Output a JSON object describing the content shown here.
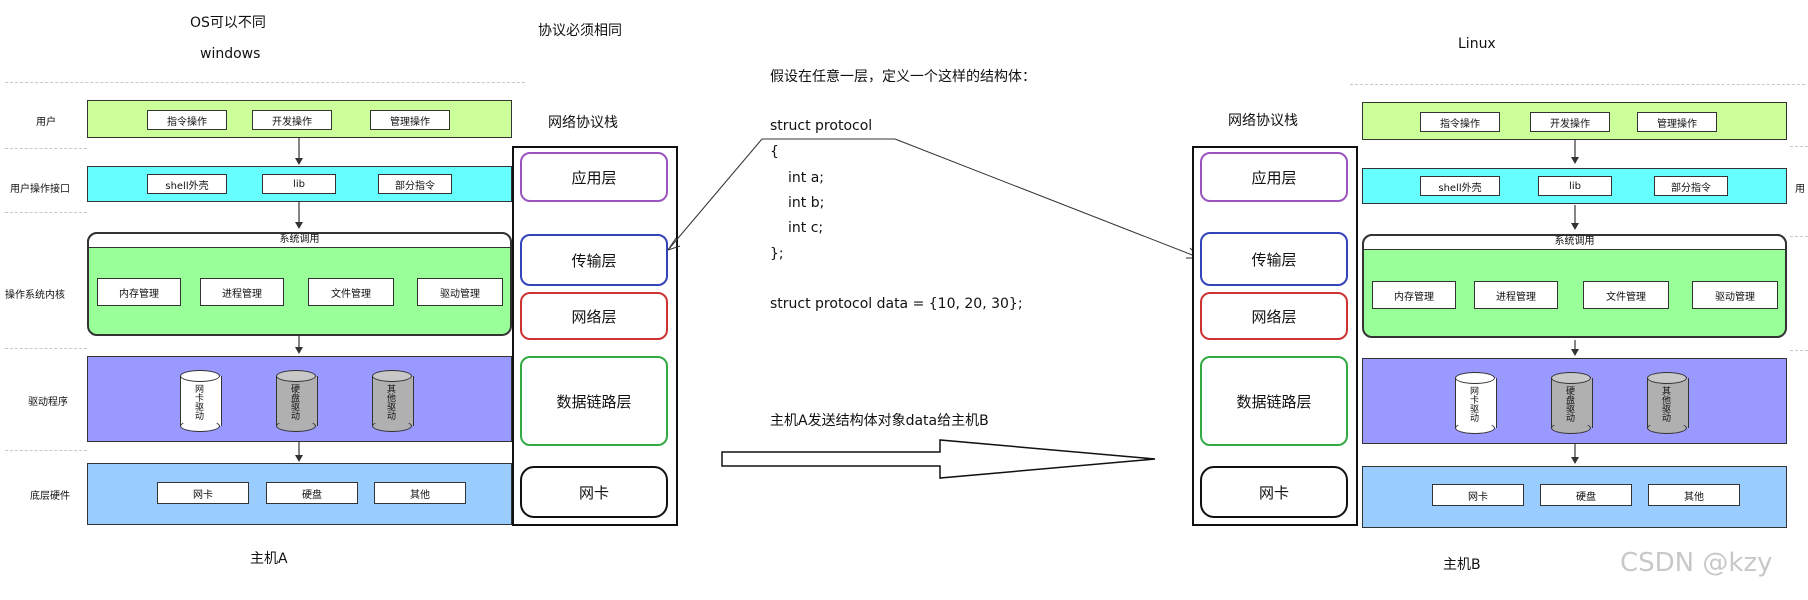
{
  "header": {
    "os_differ": "OS可以不同",
    "host_a_os": "windows",
    "protocol_same": "协议必须相同",
    "host_b_os": "Linux"
  },
  "row_labels": {
    "user": "用户",
    "user_interface": "用户操作接口",
    "kernel": "操作系统内核",
    "driver": "驱动程序",
    "hardware": "底层硬件",
    "partial_right": "用"
  },
  "user_buttons": [
    "指令操作",
    "开发操作",
    "管理操作"
  ],
  "interface_buttons": [
    "shell外壳",
    "lib",
    "部分指令"
  ],
  "syscall": "系统调用",
  "kernel_buttons": [
    "内存管理",
    "进程管理",
    "文件管理",
    "驱动管理"
  ],
  "drivers": [
    "网卡驱动",
    "硬盘驱动",
    "其他驱动"
  ],
  "hardware_buttons": [
    "网卡",
    "硬盘",
    "其他"
  ],
  "stack": {
    "title": "网络协议栈",
    "layers": [
      "应用层",
      "传输层",
      "网络层",
      "数据链路层",
      "网卡"
    ]
  },
  "code": {
    "intro": "假设在任意一层，定义一个这样的结构体：",
    "lines": [
      "struct protocol",
      "{",
      "int a;",
      "int b;",
      "int c;",
      "};",
      "struct protocol data = {10, 20, 30};"
    ]
  },
  "send_label": "主机A发送结构体对象data给主机B",
  "host_a": "主机A",
  "host_b": "主机B",
  "watermark": "CSDN @kzy",
  "colors": {
    "user_band": "#ccff99",
    "interface_band": "#66ffff",
    "kernel_band": "#99ff99",
    "driver_band": "#9999ff",
    "hardware_band": "#99ccff",
    "layer_app": "#9955bb",
    "layer_transport": "#3344bb",
    "layer_network": "#cc3333",
    "layer_datalink": "#33aa44",
    "layer_nic": "#111111"
  }
}
